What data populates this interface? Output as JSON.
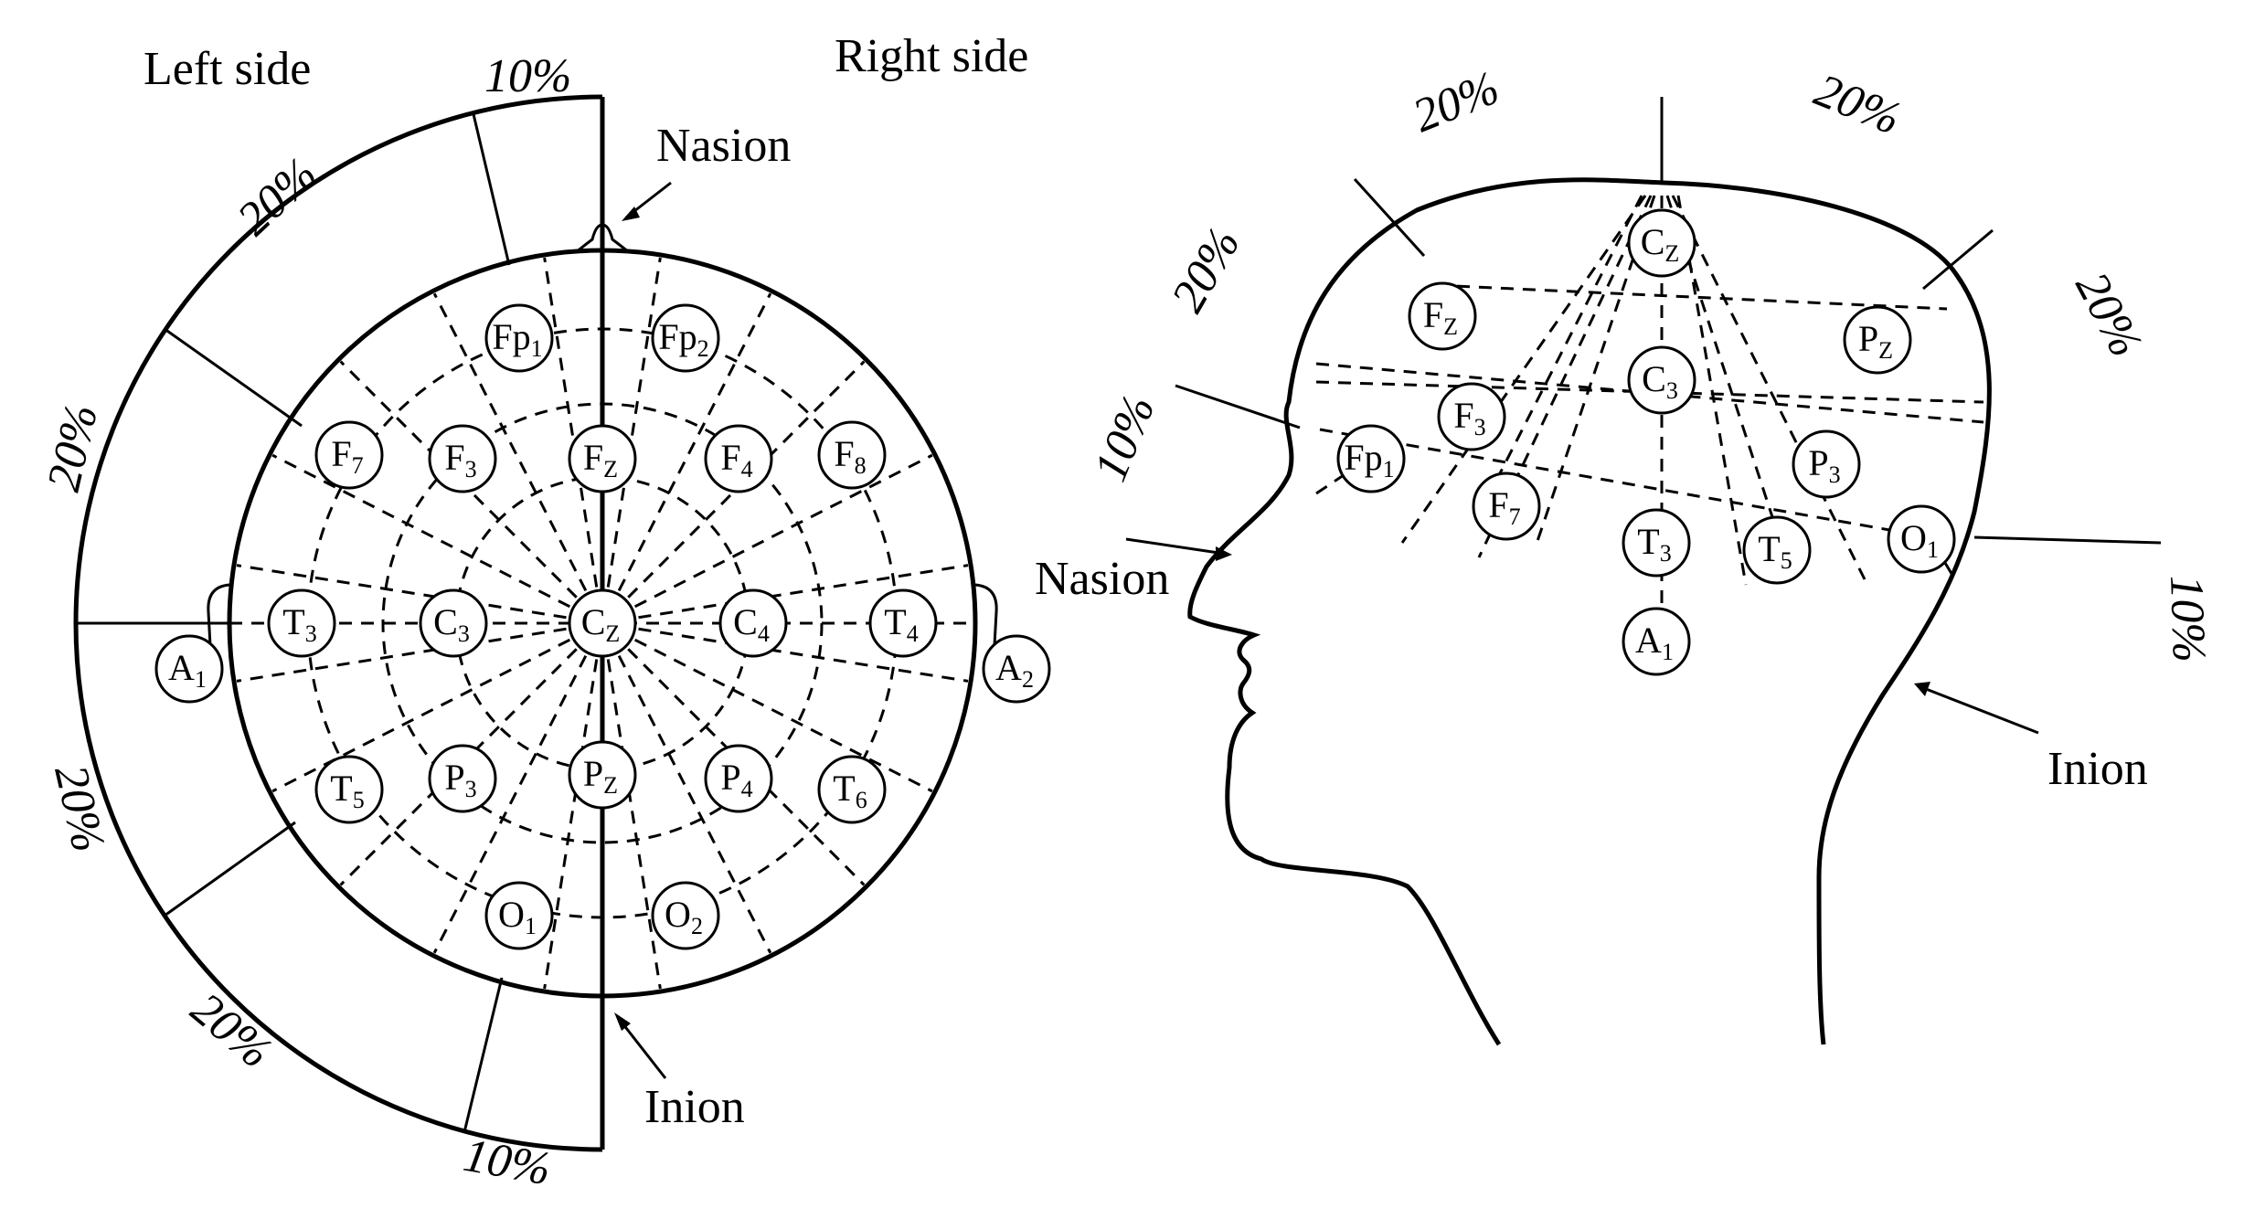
{
  "top_view": {
    "labels": {
      "left_side": "Left side",
      "right_side": "Right side",
      "nasion": "Nasion",
      "inion": "Inion"
    },
    "percents": [
      "10%",
      "20%",
      "20%",
      "20%",
      "20%",
      "10%"
    ],
    "electrodes": [
      {
        "base": "Fp",
        "sub": "1"
      },
      {
        "base": "Fp",
        "sub": "2"
      },
      {
        "base": "F",
        "sub": "7"
      },
      {
        "base": "F",
        "sub": "3"
      },
      {
        "base": "F",
        "sub": "Z"
      },
      {
        "base": "F",
        "sub": "4"
      },
      {
        "base": "F",
        "sub": "8"
      },
      {
        "base": "T",
        "sub": "3"
      },
      {
        "base": "C",
        "sub": "3"
      },
      {
        "base": "C",
        "sub": "Z"
      },
      {
        "base": "C",
        "sub": "4"
      },
      {
        "base": "T",
        "sub": "4"
      },
      {
        "base": "A",
        "sub": "1"
      },
      {
        "base": "A",
        "sub": "2"
      },
      {
        "base": "T",
        "sub": "5"
      },
      {
        "base": "P",
        "sub": "3"
      },
      {
        "base": "P",
        "sub": "Z"
      },
      {
        "base": "P",
        "sub": "4"
      },
      {
        "base": "T",
        "sub": "6"
      },
      {
        "base": "O",
        "sub": "1"
      },
      {
        "base": "O",
        "sub": "2"
      }
    ]
  },
  "side_view": {
    "labels": {
      "nasion": "Nasion",
      "inion": "Inion"
    },
    "percents": [
      "20%",
      "20%",
      "20%",
      "20%",
      "10%",
      "10%"
    ],
    "electrodes": [
      {
        "base": "C",
        "sub": "Z"
      },
      {
        "base": "F",
        "sub": "Z"
      },
      {
        "base": "P",
        "sub": "Z"
      },
      {
        "base": "C",
        "sub": "3"
      },
      {
        "base": "F",
        "sub": "3"
      },
      {
        "base": "Fp",
        "sub": "1"
      },
      {
        "base": "P",
        "sub": "3"
      },
      {
        "base": "F",
        "sub": "7"
      },
      {
        "base": "O",
        "sub": "1"
      },
      {
        "base": "T",
        "sub": "3"
      },
      {
        "base": "T",
        "sub": "5"
      },
      {
        "base": "A",
        "sub": "1"
      }
    ]
  }
}
